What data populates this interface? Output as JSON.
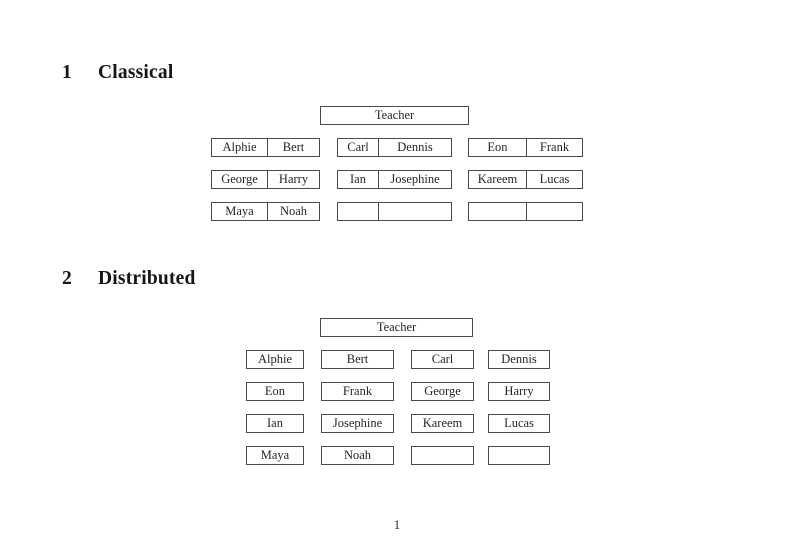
{
  "document": {
    "page_number": "1"
  },
  "colors": {
    "background": "#ffffff",
    "border": "#4b4b4b",
    "text": "#262626"
  },
  "sections": {
    "classical": {
      "number": "1",
      "title": "Classical",
      "teacher_label": "Teacher",
      "desks": [
        [
          [
            "Alphie",
            "Bert"
          ],
          [
            "Carl",
            "Dennis"
          ],
          [
            "Eon",
            "Frank"
          ]
        ],
        [
          [
            "George",
            "Harry"
          ],
          [
            "Ian",
            "Josephine"
          ],
          [
            "Kareem",
            "Lucas"
          ]
        ],
        [
          [
            "Maya",
            "Noah"
          ],
          [
            "",
            ""
          ],
          [
            "",
            ""
          ]
        ]
      ]
    },
    "distributed": {
      "number": "2",
      "title": "Distributed",
      "teacher_label": "Teacher",
      "seats": [
        [
          "Alphie",
          "Bert",
          "Carl",
          "Dennis"
        ],
        [
          "Eon",
          "Frank",
          "George",
          "Harry"
        ],
        [
          "Ian",
          "Josephine",
          "Kareem",
          "Lucas"
        ],
        [
          "Maya",
          "Noah",
          "",
          ""
        ]
      ]
    }
  }
}
